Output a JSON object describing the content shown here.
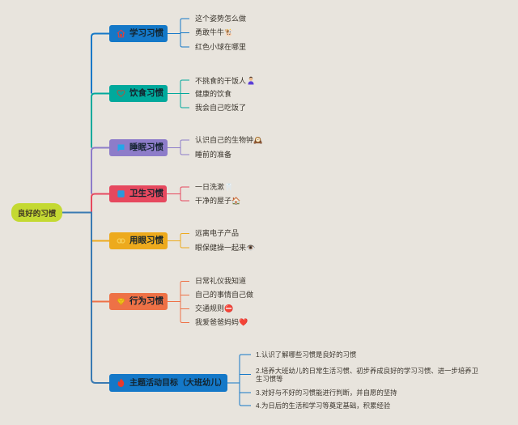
{
  "root": {
    "label": "良好的习惯",
    "fill": "#c4d932",
    "text_color": "#433a24",
    "connector_color": "#3a7ab2"
  },
  "background_color": "#e8e4dd",
  "branches": [
    {
      "label": "学习习惯",
      "icon": "house-icon",
      "color": "#1478c8",
      "children": [
        {
          "text": "这个姿势怎么做"
        },
        {
          "text": "勇敢牛牛🐮"
        },
        {
          "text": "红色小球在哪里"
        }
      ]
    },
    {
      "label": "饮食习惯",
      "icon": "heart-outline-icon",
      "color": "#00a99c",
      "children": [
        {
          "text": "不挑食的干饭人",
          "icon": "person-icon"
        },
        {
          "text": "健康的饮食"
        },
        {
          "text": "我会自己吃饭了"
        }
      ]
    },
    {
      "label": "睡眠习惯",
      "icon": "blue-flag-icon",
      "color": "#8d7cc9",
      "children": [
        {
          "text": "认识自己的生物钟🕰️"
        },
        {
          "text": "睡前的准备"
        }
      ]
    },
    {
      "label": "卫生习惯",
      "icon": "blue-square-icon",
      "color": "#e6485e",
      "children": [
        {
          "text": "一日洗漱🦷"
        },
        {
          "text": "干净的屋子🏠"
        }
      ]
    },
    {
      "label": "用眼习惯",
      "icon": "pale-rings-icon",
      "color": "#edaa1d",
      "children": [
        {
          "text": "远离电子产品"
        },
        {
          "text": "眼保健操一起来👁️"
        }
      ]
    },
    {
      "label": "行为习惯",
      "icon": "gem-icon",
      "color": "#ee7146",
      "children": [
        {
          "text": "日常礼仪我知道"
        },
        {
          "text": "自己的事情自己做"
        },
        {
          "text": "交通规则⛔"
        },
        {
          "text": "我爱爸爸妈妈❤️"
        }
      ]
    },
    {
      "label": "主题活动目标（大班幼儿）",
      "icon": "flame-icon",
      "color": "#1478c8",
      "children": [
        {
          "text": "1.认识了解哪些习惯是良好的习惯"
        },
        {
          "text": "2.培养大班幼儿的日常生活习惯、初步养成良好的学习习惯、进一步培养卫生习惯等"
        },
        {
          "text": "3.对好与不好的习惯能进行判断，并自愿的坚持"
        },
        {
          "text": "4.为日后的生活和学习等奠定基础，积累经验"
        }
      ]
    }
  ]
}
